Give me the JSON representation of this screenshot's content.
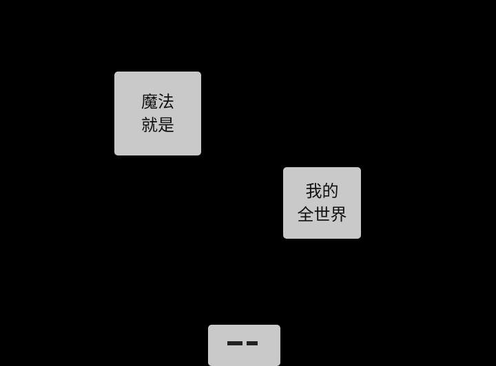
{
  "panel": {
    "bubbles": [
      {
        "lines": [
          "魔法",
          "就是"
        ]
      },
      {
        "lines": [
          "我的",
          "全世界"
        ]
      }
    ]
  },
  "colors": {
    "background": "#000000",
    "bubble": "#c9c9c9",
    "text": "#111111"
  }
}
